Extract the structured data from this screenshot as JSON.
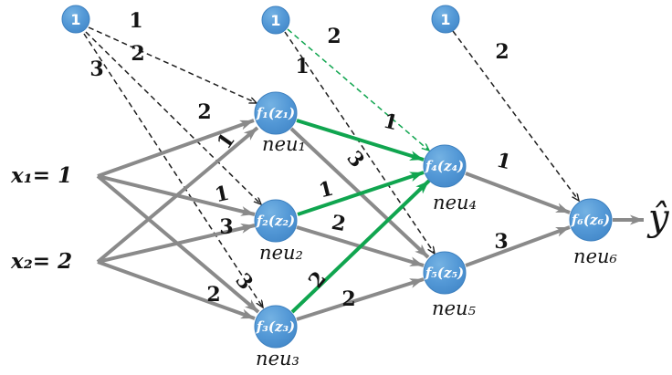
{
  "colors": {
    "node_blue": "#5398d6",
    "edge_gray": "#8a8a8a",
    "edge_green": "#10a54f",
    "bias_edge_black": "#1f1f1f",
    "text_black": "#141414"
  },
  "inputs": {
    "x1_label": "x₁= 1",
    "x2_label": "x₂= 2"
  },
  "bias": {
    "b1": "1",
    "b2": "1",
    "b3": "1"
  },
  "neurons": {
    "n1": {
      "func": "f₁(z₁)",
      "name": "neu₁"
    },
    "n2": {
      "func": "f₂(z₂)",
      "name": "neu₂"
    },
    "n3": {
      "func": "f₃(z₃)",
      "name": "neu₃"
    },
    "n4": {
      "func": "f₄(z₄)",
      "name": "neu₄"
    },
    "n5": {
      "func": "f₅(z₅)",
      "name": "neu₅"
    },
    "n6": {
      "func": "f₆(z₆)",
      "name": "neu₆"
    }
  },
  "weights": {
    "bias1_neu1": "1",
    "bias1_neu2": "2",
    "bias1_neu3": "3",
    "bias2_neu4": "2",
    "bias2_neu5": "1",
    "bias3_neu6": "2",
    "x1_neu1": "2",
    "x1_neu2": "1",
    "x1_neu3": "3",
    "x2_neu1": "1",
    "x2_neu2": "3",
    "x2_neu3": "2",
    "neu1_neu4": "1",
    "neu1_neu5": "3",
    "neu2_neu4": "1",
    "neu2_neu5": "2",
    "neu3_neu4": "2",
    "neu3_neu5": "2",
    "neu4_neu6": "1",
    "neu5_neu6": "3"
  },
  "output": {
    "label": "ŷ"
  }
}
